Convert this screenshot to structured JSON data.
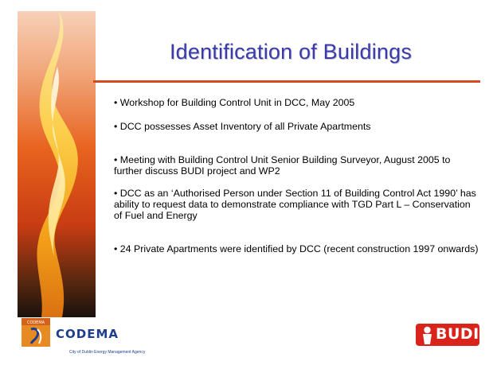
{
  "slide": {
    "title": "Identification of Buildings",
    "bullets": [
      "Workshop for Building Control Unit in DCC, May 2005",
      "DCC possesses Asset Inventory of all Private Apartments",
      "Meeting with Building Control Unit Senior Building Surveyor, August 2005 to further discuss BUDI project and WP2",
      "DCC as an ‘Authorised Person under Section 11 of Building Control Act 1990’ has ability to request data to demonstrate compliance with TGD Part L – Conservation of Fuel and Energy",
      "24 Private Apartments were identified by DCC (recent construction 1997 onwards)"
    ]
  },
  "logos": {
    "codema_name": "CODEMA",
    "codema_mark_text": "CODEMA",
    "codema_tagline": "City of Dublin Energy Management Agency",
    "budi_name": "BUDI"
  },
  "colors": {
    "title": "#3a3aa8",
    "rule": "#d34a1e",
    "flame": "#f4a81d",
    "budi": "#d9241c",
    "codema": "#1e3d8c"
  },
  "icons": {
    "flame": "flame-image",
    "codema": "codema-logo-icon",
    "budi": "budi-person-icon"
  }
}
